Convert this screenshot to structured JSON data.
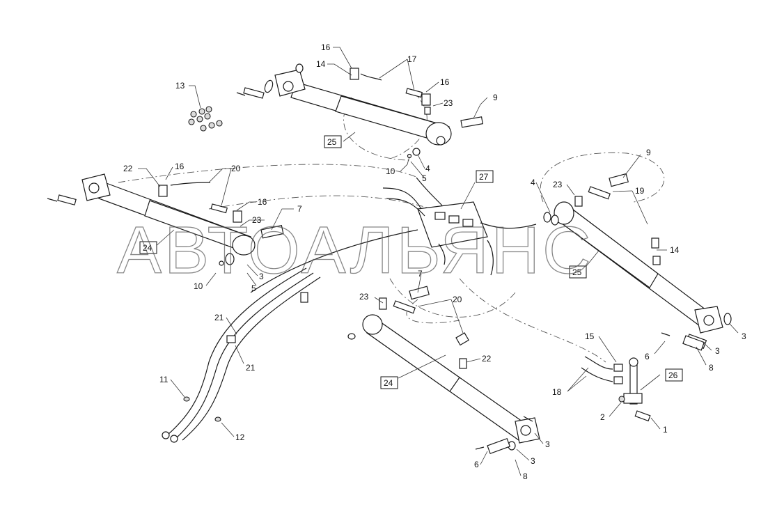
{
  "watermark": "АВТОАЛЬЯНС",
  "callouts": [
    {
      "id": "c16a",
      "text": "16"
    },
    {
      "id": "c14a",
      "text": "14"
    },
    {
      "id": "c17",
      "text": "17"
    },
    {
      "id": "c16b",
      "text": "16"
    },
    {
      "id": "c23a",
      "text": "23"
    },
    {
      "id": "c9a",
      "text": "9"
    },
    {
      "id": "c13",
      "text": "13"
    },
    {
      "id": "c25a",
      "text": "25"
    },
    {
      "id": "c10a",
      "text": "10"
    },
    {
      "id": "c4a",
      "text": "4"
    },
    {
      "id": "c5a",
      "text": "5"
    },
    {
      "id": "c22a",
      "text": "22"
    },
    {
      "id": "c16c",
      "text": "16"
    },
    {
      "id": "c20a",
      "text": "20"
    },
    {
      "id": "c16d",
      "text": "16"
    },
    {
      "id": "c7a",
      "text": "7"
    },
    {
      "id": "c23b",
      "text": "23"
    },
    {
      "id": "c24a",
      "text": "24"
    },
    {
      "id": "c3a",
      "text": "3"
    },
    {
      "id": "c10b",
      "text": "10"
    },
    {
      "id": "c5b",
      "text": "5"
    },
    {
      "id": "c27",
      "text": "27"
    },
    {
      "id": "c4b",
      "text": "4"
    },
    {
      "id": "c23c",
      "text": "23"
    },
    {
      "id": "c9b",
      "text": "9"
    },
    {
      "id": "c19",
      "text": "19"
    },
    {
      "id": "c14b",
      "text": "14"
    },
    {
      "id": "c25b",
      "text": "25"
    },
    {
      "id": "c3b",
      "text": "3"
    },
    {
      "id": "c7b",
      "text": "7"
    },
    {
      "id": "c23d",
      "text": "23"
    },
    {
      "id": "c20b",
      "text": "20"
    },
    {
      "id": "c21a",
      "text": "21"
    },
    {
      "id": "c21b",
      "text": "21"
    },
    {
      "id": "c22b",
      "text": "22"
    },
    {
      "id": "c24b",
      "text": "24"
    },
    {
      "id": "c11",
      "text": "11"
    },
    {
      "id": "c12",
      "text": "12"
    },
    {
      "id": "c15",
      "text": "15"
    },
    {
      "id": "c6a",
      "text": "6"
    },
    {
      "id": "c3c",
      "text": "3"
    },
    {
      "id": "c8a",
      "text": "8"
    },
    {
      "id": "c26",
      "text": "26"
    },
    {
      "id": "c18",
      "text": "18"
    },
    {
      "id": "c2",
      "text": "2"
    },
    {
      "id": "c1",
      "text": "1"
    },
    {
      "id": "c3d",
      "text": "3"
    },
    {
      "id": "c3e",
      "text": "3"
    },
    {
      "id": "c6b",
      "text": "6"
    },
    {
      "id": "c8b",
      "text": "8"
    }
  ]
}
